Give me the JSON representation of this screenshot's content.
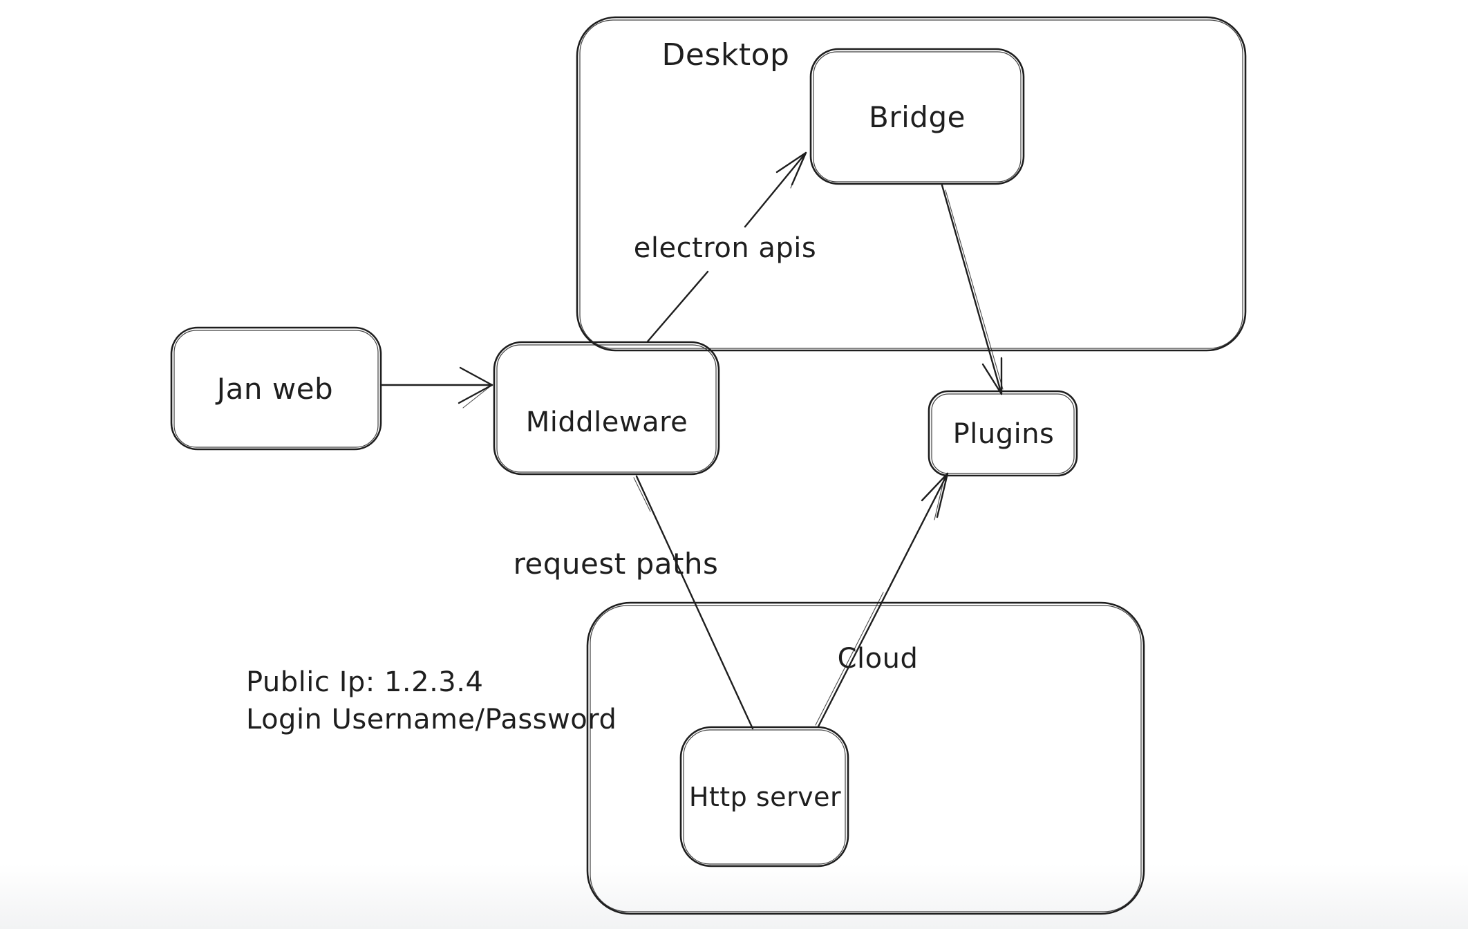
{
  "canvas": {
    "background": "#ffffff",
    "stroke_color": "#1e1e1e"
  },
  "diagram": {
    "containers": [
      {
        "id": "desktop",
        "label": "Desktop"
      },
      {
        "id": "cloud",
        "label": "Cloud"
      }
    ],
    "nodes": [
      {
        "id": "jan-web",
        "label": "Jan web"
      },
      {
        "id": "middleware",
        "label": "Middleware"
      },
      {
        "id": "bridge",
        "label": "Bridge"
      },
      {
        "id": "plugins",
        "label": "Plugins"
      },
      {
        "id": "http-server",
        "label": "Http server"
      }
    ],
    "edges": [
      {
        "from": "jan-web",
        "to": "middleware",
        "label": "",
        "arrowhead": "end"
      },
      {
        "from": "middleware",
        "to": "bridge",
        "label": "electron apis",
        "arrowhead": "end"
      },
      {
        "from": "bridge",
        "to": "plugins",
        "label": "",
        "arrowhead": "end"
      },
      {
        "from": "middleware",
        "to": "http-server",
        "label": "request paths",
        "arrowhead": "none"
      },
      {
        "from": "http-server",
        "to": "plugins",
        "label": "",
        "arrowhead": "end"
      }
    ],
    "annotations": [
      "Public Ip: 1.2.3.4",
      "Login Username/Password"
    ]
  }
}
